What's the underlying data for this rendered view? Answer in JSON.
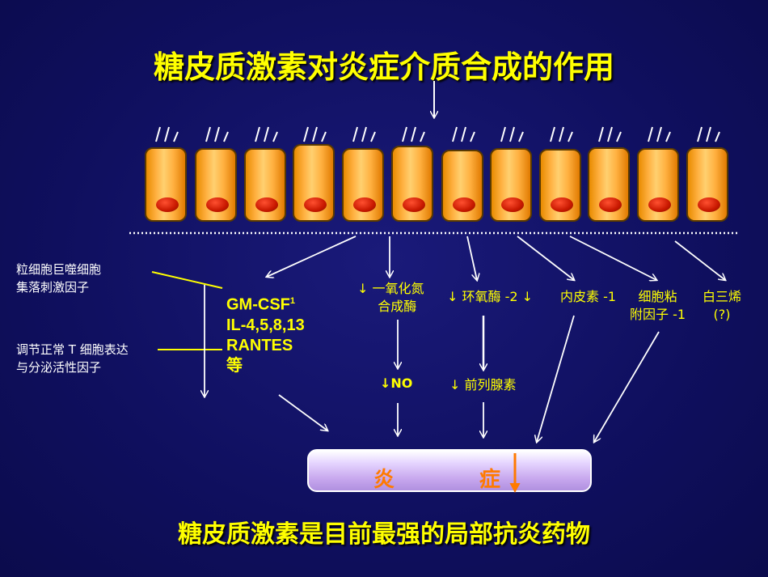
{
  "title": "糖皮质激素对炎症介质合成的作用",
  "footer": "糖皮质激素是目前最强的局部抗炎药物",
  "left_labels": {
    "label1_line1": "粒细胞巨噬细胞",
    "label1_line2": "集落刺激因子",
    "label2_line1": "调节正常 T 细胞表达",
    "label2_line2": "与分泌活性因子"
  },
  "cytokines": {
    "line1": "GM-CSF",
    "line1_sup": "1",
    "line2": "IL-4,5,8,13",
    "line3": "RANTES",
    "line4": "等"
  },
  "mediators": {
    "no_line1": "↓ 一氧化氮",
    "no_line2": "合成酶",
    "cox": "↓ 环氧酶 -2 ↓",
    "endothelin": "内皮素 -1",
    "adhesion_line1": "细胞粘",
    "adhesion_line2": "附因子 -1",
    "leukotriene_line1": "白三烯",
    "leukotriene_line2": "(?)",
    "no_product": "↓NO",
    "prostaglandin": "↓ 前列腺素"
  },
  "inflammation": {
    "char1": "炎",
    "char2": "症"
  },
  "colors": {
    "background": "#0f0f5e",
    "title": "#ffff00",
    "cell": "#ffb040",
    "nucleus": "#c81800",
    "inflammation_text": "#ff7a00"
  },
  "cell_count": 12
}
